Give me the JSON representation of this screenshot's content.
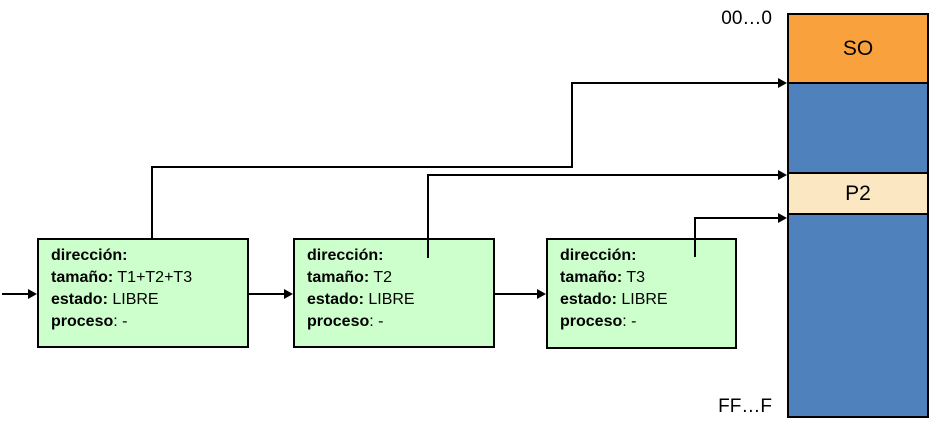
{
  "memory_map": {
    "top_address_label": "00…0",
    "bottom_address_label": "FF…F",
    "segments": [
      {
        "name": "so",
        "label": "SO",
        "color": "#F9A13C"
      },
      {
        "name": "free-hole-1",
        "label": "",
        "color": "#4F81BD"
      },
      {
        "name": "p2",
        "label": "P2",
        "color": "#FBE7C1"
      },
      {
        "name": "free-hole-2",
        "label": "",
        "color": "#4F81BD"
      }
    ]
  },
  "free_list_nodes": [
    {
      "rows": [
        {
          "label": "dirección:",
          "value": ""
        },
        {
          "label": "tamaño:",
          "value": " T1+T2+T3"
        },
        {
          "label": "estado:",
          "value": " LIBRE"
        },
        {
          "label": "proceso",
          "value": ": -"
        }
      ]
    },
    {
      "rows": [
        {
          "label": "dirección:",
          "value": ""
        },
        {
          "label": "tamaño:",
          "value": " T2"
        },
        {
          "label": "estado:",
          "value": " LIBRE"
        },
        {
          "label": "proceso",
          "value": ": -"
        }
      ]
    },
    {
      "rows": [
        {
          "label": "dirección:",
          "value": ""
        },
        {
          "label": "tamaño:",
          "value": " T3"
        },
        {
          "label": "estado:",
          "value": " LIBRE"
        },
        {
          "label": "proceso",
          "value": ": -"
        }
      ]
    }
  ],
  "colors": {
    "node_bg": "#CCFFCC",
    "connector": "#000000",
    "so_orange": "#F9A13C",
    "hole_blue": "#4F81BD",
    "p2_cream": "#FBE7C1"
  }
}
